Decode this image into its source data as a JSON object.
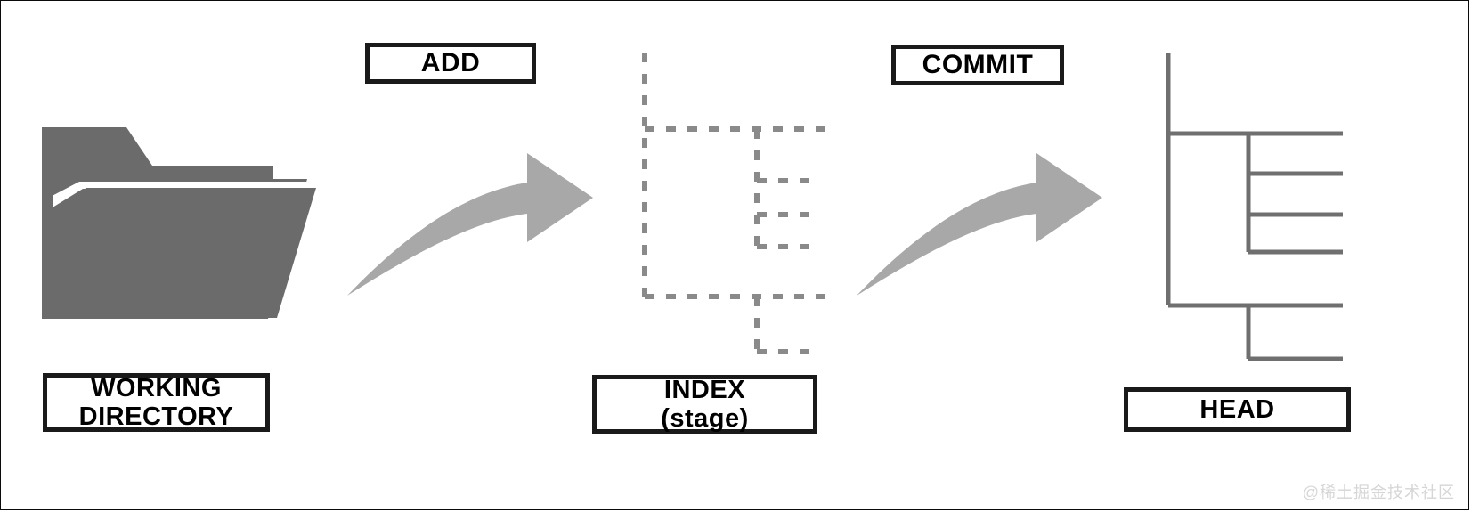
{
  "figure": {
    "title": "Git data flow: working directory to index to HEAD",
    "background_color": "#ffffff",
    "border_color": "#0a0a0a"
  },
  "colors": {
    "box_border": "#1a1a1a",
    "text": "#000000",
    "folder_fill": "#6b6b6b",
    "arrow_fill": "#a8a8a8",
    "dashed_line": "#8a8a8a",
    "solid_line": "#6f6f6f",
    "watermark": "#d6d6d6"
  },
  "operations": {
    "add": {
      "label": "ADD"
    },
    "commit": {
      "label": "COMMIT"
    }
  },
  "stages": {
    "working": {
      "line1": "WORKING",
      "line2": "DIRECTORY",
      "icon": "open-folder-icon"
    },
    "index": {
      "line1": "INDEX",
      "line2": "(stage)",
      "icon": "dashed-file-tree-icon"
    },
    "head": {
      "line1": "HEAD",
      "line2": "",
      "icon": "solid-file-tree-icon"
    }
  },
  "arrows": [
    {
      "name": "add-arrow",
      "from": "working",
      "to": "index",
      "style": "curved-swoosh",
      "direction": "right"
    },
    {
      "name": "commit-arrow",
      "from": "index",
      "to": "head",
      "style": "curved-swoosh",
      "direction": "right"
    }
  ],
  "watermark": {
    "text": "@稀土掘金技术社区"
  }
}
